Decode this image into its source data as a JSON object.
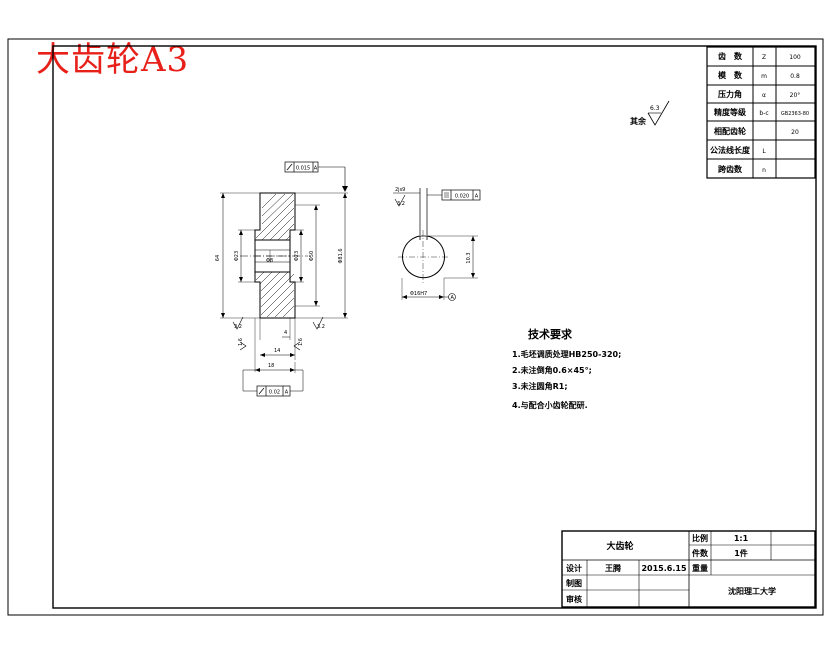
{
  "stamp_title": "大齿轮A3",
  "param_table": {
    "rows": [
      {
        "name": "齿　数",
        "symbol": "Z",
        "value": "100"
      },
      {
        "name": "模　数",
        "symbol": "m",
        "value": "0.8"
      },
      {
        "name": "压力角",
        "symbol": "α",
        "value": "20°"
      },
      {
        "name": "精度等级",
        "symbol": "b-c",
        "value": "GB2363-80"
      },
      {
        "name": "相配齿轮",
        "symbol": "",
        "value": "20"
      },
      {
        "name": "公法线长度",
        "symbol": "L",
        "value": ""
      },
      {
        "name": "跨齿数",
        "symbol": "n",
        "value": ""
      }
    ]
  },
  "roughness_note": {
    "label": "其余",
    "value": "6.3"
  },
  "main_view": {
    "runout_frame": {
      "value": "0.015",
      "datum": "A"
    },
    "bottom_runout_frame": {
      "value": "0.02",
      "datum": "A"
    },
    "dims": {
      "overall_height": "64",
      "tip_dia": "Φ81.6",
      "root_dia": "Φ50",
      "hub_dia_left": "Φ23",
      "hub_dia_right": "Φ23",
      "bore_dia": "Φ8",
      "hub_width": "14",
      "total_width": "18",
      "step": "4",
      "roughness_a": "3.2",
      "roughness_b": "3.2",
      "roughness_c": "1.6",
      "roughness_d": "1.6"
    }
  },
  "side_view": {
    "keyway_width": "2js9",
    "keyway_roughness": "3.2",
    "sym_frame": {
      "value": "0.020",
      "datum": "A"
    },
    "key_depth": "10.3",
    "bore_dim": "Φ16H7",
    "datum": "A"
  },
  "tech_req": {
    "title": "技术要求",
    "items": [
      "1.毛坯调质处理HB250-320;",
      "2.未注倒角0.6×45°;",
      "3.未注圆角R1;",
      "4.与配合小齿轮配研."
    ]
  },
  "title_block": {
    "part_name": "大齿轮",
    "scale_label": "比例",
    "scale_value": "1:1",
    "count_label": "件数",
    "count_value": "1件",
    "designer_label": "设计",
    "designer_name": "王腾",
    "date": "2015.6.15",
    "weight_label": "重量",
    "drafter_label": "制图",
    "reviewer_label": "审核",
    "school": "沈阳理工大学"
  }
}
